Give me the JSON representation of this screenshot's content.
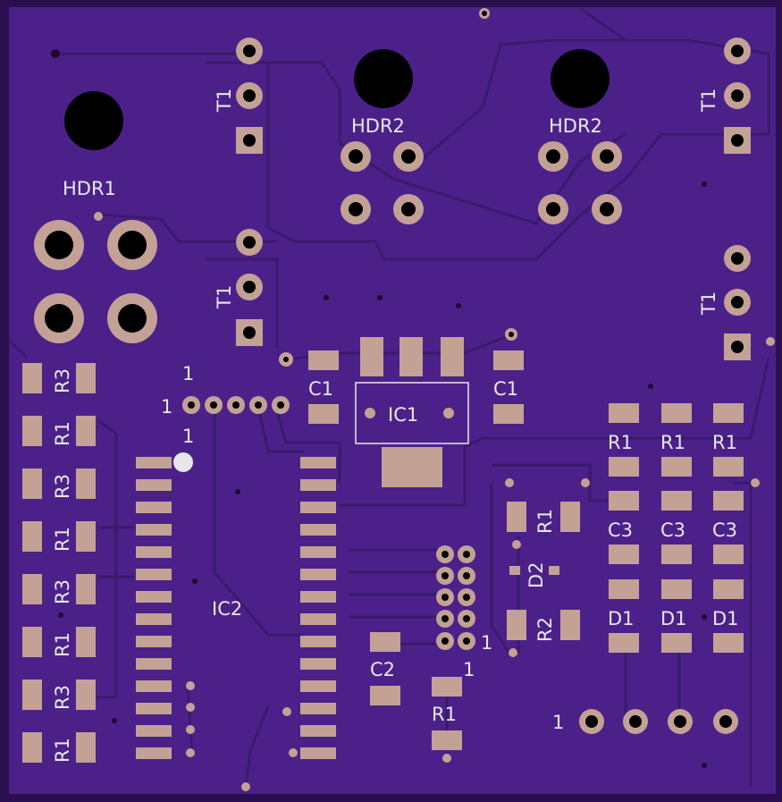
{
  "colors": {
    "substrate": "#2a0f4e",
    "copper_pour": "#4b2189",
    "trace": "#3a1a6b",
    "pad": "#c3a195",
    "hole": "#000000",
    "silkscreen": "#e7e7ea",
    "via": "#1c0833"
  },
  "labels": {
    "hdr1": "HDR1",
    "hdr2a": "HDR2",
    "hdr2b": "HDR2",
    "t1_a": "T1",
    "t1_b": "T1",
    "t1_c": "T1",
    "t1_d": "T1",
    "r3_a": "R3",
    "r1_a": "R1",
    "r3_b": "R3",
    "r1_b": "R1",
    "r3_c": "R3",
    "r1_c": "R1",
    "r3_d": "R3",
    "r1_d": "R1",
    "c1_a": "C1",
    "c1_b": "C1",
    "ic1": "IC1",
    "ic2": "IC2",
    "c2": "C2",
    "r1_bottom": "R1",
    "r1_d2": "R1",
    "d2": "D2",
    "r2": "R2",
    "r1_col1": "R1",
    "r1_col2": "R1",
    "r1_col3": "R1",
    "c3_col1": "C3",
    "c3_col2": "C3",
    "c3_col3": "C3",
    "d1_col1": "D1",
    "d1_col2": "D1",
    "d1_col3": "D1",
    "pin1_a": "1",
    "pin1_b": "1",
    "pin1_c": "1",
    "pin1_hdr_a": "1",
    "pin1_hdr_b": "1",
    "pin1_bottom": "1"
  }
}
